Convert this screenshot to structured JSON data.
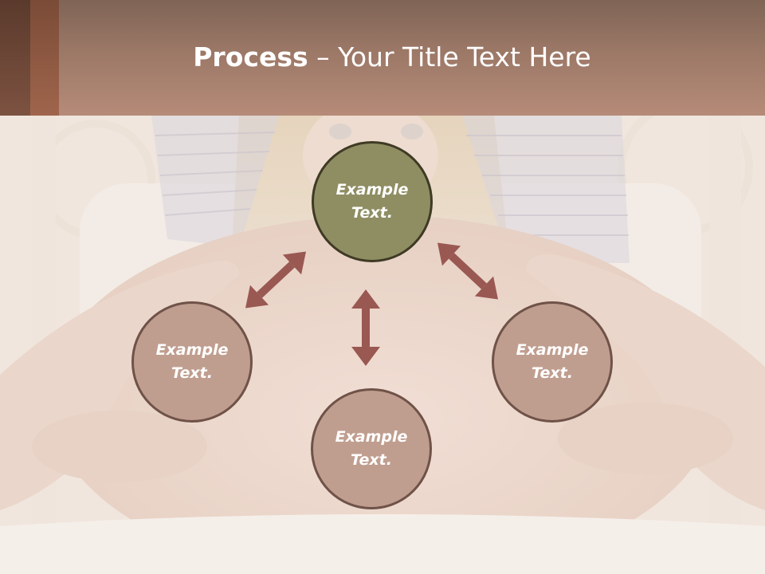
{
  "title": {
    "bold": "Process",
    "rest": " – Your Title Text Here"
  },
  "diagram": {
    "center": "Example\nText.",
    "left": "Example\nText.",
    "bottom": "Example\nText.",
    "right": "Example\nText."
  },
  "colors": {
    "center_fill": "#8f8e63",
    "outer_fill": "#c09e8f",
    "arrow": "#9a5852",
    "header": "#a98270"
  }
}
